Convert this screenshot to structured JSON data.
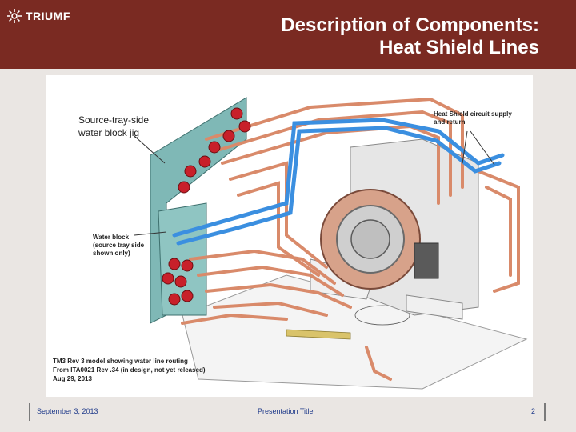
{
  "header": {
    "logo_text": "TRIUMF",
    "title_line1": "Description of Components:",
    "title_line2": "Heat Shield Lines"
  },
  "figure": {
    "label_source_tray": "Source-tray-side water block jig",
    "label_heat_shield": "Heat Shield circuit supply and return",
    "label_water_block": "Water block (source tray side shown only)",
    "caption_line1": "TM3 Rev 3 model showing water line routing",
    "caption_line2": "From ITA0021 Rev .34 (in design, not yet released)",
    "caption_line3": "Aug 29, 2013"
  },
  "footer": {
    "date": "September 3, 2013",
    "presentation_title": "Presentation Title",
    "page_number": "2"
  },
  "colors": {
    "header_bg": "#7a2a22",
    "footer_text": "#1f3a8a",
    "copper": "#d98a6a",
    "blue_line": "#3b8fe0",
    "teal_plate": "#7fb8b6",
    "fittings": "#c8202a"
  }
}
